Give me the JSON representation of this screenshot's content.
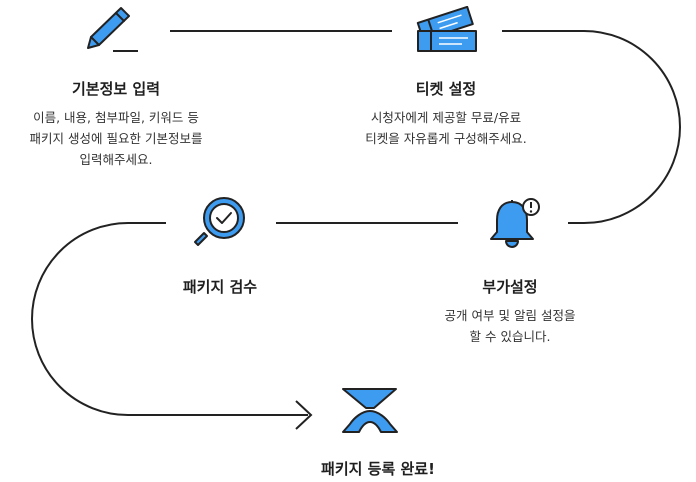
{
  "colors": {
    "accent": "#3d9bf0",
    "line": "#222222",
    "text": "#222222",
    "background": "#ffffff"
  },
  "steps": [
    {
      "icon": "pencil-icon",
      "title": "기본정보 입력",
      "desc": [
        "이름, 내용, 첨부파일, 키워드 등",
        "패키지 생성에 필요한 기본정보를",
        "입력해주세요."
      ]
    },
    {
      "icon": "ticket-icon",
      "title": "티켓 설정",
      "desc": [
        "시청자에게 제공할 무료/유료",
        "티켓을 자유롭게 구성해주세요."
      ]
    },
    {
      "icon": "bell-alert-icon",
      "title": "부가설정",
      "desc": [
        "공개 여부 및 알림 설정을",
        "할 수 있습니다."
      ]
    },
    {
      "icon": "magnifier-check-icon",
      "title": "패키지 검수",
      "desc": []
    },
    {
      "icon": "mountain-logo-icon",
      "title": "패키지 등록 완료!",
      "desc": []
    }
  ]
}
